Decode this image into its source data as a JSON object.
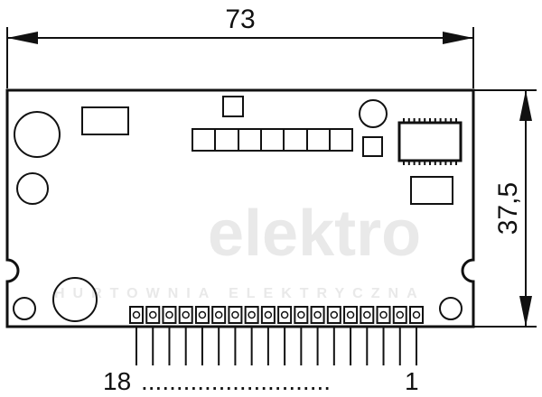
{
  "dimensions": {
    "width_label": "73",
    "height_label": "37,5"
  },
  "pins": {
    "count": 18,
    "left_label": "18",
    "right_label": "1",
    "dots": "..........................."
  },
  "watermark": {
    "line1": "elektro",
    "line2": "HURTOWNIA ELEKTRYCZNA"
  },
  "colors": {
    "stroke": "#111111",
    "watermark": "#e9e9e9"
  }
}
